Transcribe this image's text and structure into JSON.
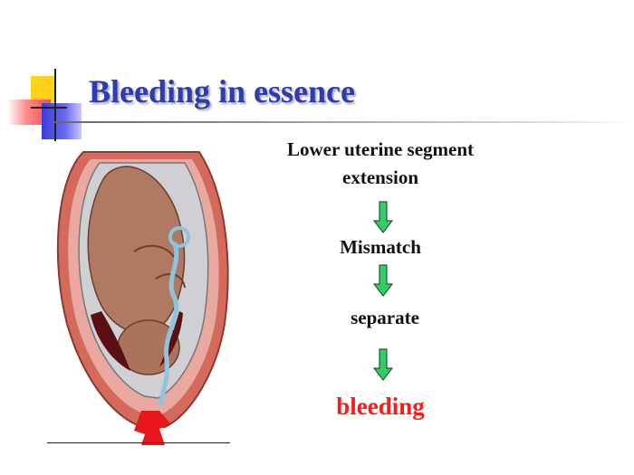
{
  "slide": {
    "title": "Bleeding in essence",
    "steps": {
      "lower_uterine_segment_line1": "Lower uterine segment",
      "lower_uterine_segment_line2": "extension",
      "mismatch": "Mismatch",
      "separate": "separate",
      "bleeding": "bleeding"
    }
  },
  "colors": {
    "title": "#2f3bb0",
    "bleeding_text": "#ff1a1a",
    "arrow_fill": "#33cc66"
  },
  "icons": {
    "flow_arrow": "down-arrow-icon",
    "ornament": "corner-ornament"
  }
}
